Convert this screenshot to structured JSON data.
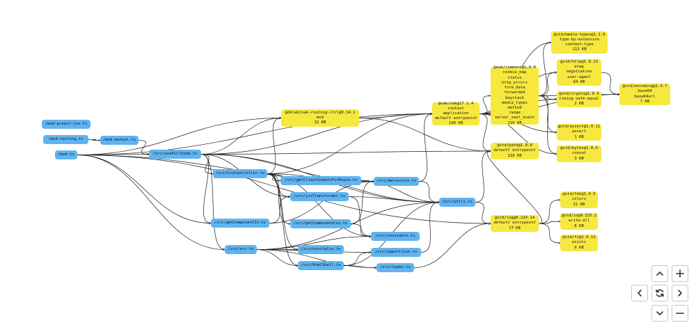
{
  "colors": {
    "local_node": "#5fb4f2",
    "remote_node": "#f6e83f",
    "edge": "#1a1a1a"
  },
  "nodes": [
    {
      "id": "mod-preact-iso",
      "kind": "local",
      "lines": [
        "/mod-preact-iso.ts"
      ]
    },
    {
      "id": "mod-testing",
      "kind": "local",
      "lines": [
        "/mod-testing.ts"
      ]
    },
    {
      "id": "mod-manual",
      "kind": "local",
      "lines": [
        "/mod-manual.ts"
      ]
    },
    {
      "id": "mod",
      "kind": "local",
      "lines": [
        "/mod.ts"
      ]
    },
    {
      "id": "useFullSoak",
      "kind": "local",
      "lines": [
        "/src/useFullSoak.ts"
      ]
    },
    {
      "id": "CssController",
      "kind": "local",
      "lines": [
        "/src/CssController.ts"
      ]
    },
    {
      "id": "getClientSide",
      "kind": "local",
      "lines": [
        "/src/getClientSideJsForRoute.ts"
      ]
    },
    {
      "id": "metastore",
      "kind": "local",
      "lines": [
        "/src/metastore.ts"
      ]
    },
    {
      "id": "jsxTransformer",
      "kind": "local",
      "lines": [
        "/src/jsxTransformer.ts"
      ]
    },
    {
      "id": "utils",
      "kind": "local",
      "lines": [
        "/src/utils.ts"
      ]
    },
    {
      "id": "getComponentJs",
      "kind": "local",
      "lines": [
        "/src/getComponentJs.ts"
      ]
    },
    {
      "id": "getComponentCss",
      "kind": "local",
      "lines": [
        "/src/getComponentCss.ts"
      ]
    },
    {
      "id": "constants",
      "kind": "local",
      "lines": [
        "/src/constants.ts"
      ]
    },
    {
      "id": "ssr",
      "kind": "local",
      "lines": [
        "/src/ssr.ts"
      ]
    },
    {
      "id": "minifyCss",
      "kind": "local",
      "lines": [
        "/src/minifyCss.ts"
      ]
    },
    {
      "id": "importJson",
      "kind": "local",
      "lines": [
        "/src/importJson.ts"
      ]
    },
    {
      "id": "HtmlShell",
      "kind": "local",
      "lines": [
        "/src/HtmlShell.ts"
      ]
    },
    {
      "id": "types",
      "kind": "local",
      "lines": [
        "/src/types.ts"
      ]
    },
    {
      "id": "dklab",
      "kind": "remote",
      "lines": [
        "@dklab/oak-routing-ctrl@0.14.1",
        "mod",
        "32 KB"
      ]
    },
    {
      "id": "oak",
      "kind": "remote",
      "lines": [
        "@oak/oak@17.1.4",
        "context",
        "application",
        "default entrypoint",
        "198 KB"
      ],
      "italic_line": 3
    },
    {
      "id": "commons",
      "kind": "remote",
      "lines": [
        "@oak/commons@1.0.0",
        "cookie_map",
        "status",
        "http_errors",
        "form_data",
        "forwarded",
        "keystack",
        "media_types",
        "method",
        "range",
        "server_sent_event",
        "116 KB"
      ]
    },
    {
      "id": "mediatypes",
      "kind": "remote",
      "lines": [
        "@std/media-types@1.1.0",
        "type-by-extension",
        "content-type",
        "213 KB"
      ]
    },
    {
      "id": "http",
      "kind": "remote",
      "lines": [
        "@std/http@1.0.13",
        "etag",
        "negotiation",
        "user-agent",
        "64 KB"
      ]
    },
    {
      "id": "encoding",
      "kind": "remote",
      "lines": [
        "@std/encoding@1.0.7",
        "base64",
        "base64url",
        "7 KB"
      ]
    },
    {
      "id": "crypto",
      "kind": "remote",
      "lines": [
        "@std/crypto@1.0.4",
        "timing-safe-equal",
        "2 KB"
      ]
    },
    {
      "id": "path",
      "kind": "remote",
      "lines": [
        "@std/path@1.0.8",
        "default entrypoint",
        "118 KB"
      ],
      "italic_line": 1
    },
    {
      "id": "assert",
      "kind": "remote",
      "lines": [
        "@std/assert@1.0.11",
        "assert",
        "1 KB"
      ]
    },
    {
      "id": "bytes",
      "kind": "remote",
      "lines": [
        "@std/bytes@1.0.5",
        "concat",
        "3 KB"
      ]
    },
    {
      "id": "log",
      "kind": "remote",
      "lines": [
        "@std/log@0.224.14",
        "default entrypoint",
        "77 KB"
      ],
      "italic_line": 1
    },
    {
      "id": "fmt",
      "kind": "remote",
      "lines": [
        "@std/fmt@1.0.5",
        "colors",
        "21 KB"
      ]
    },
    {
      "id": "io",
      "kind": "remote",
      "lines": [
        "@std/io@0.225.2",
        "write-all",
        "8 KB"
      ]
    },
    {
      "id": "fs",
      "kind": "remote",
      "lines": [
        "@std/fs@1.0.13",
        "exists",
        "9 KB"
      ]
    }
  ],
  "edges": [
    [
      "mod-testing",
      "mod-manual"
    ],
    [
      "mod-manual",
      "useFullSoak"
    ],
    [
      "mod",
      "useFullSoak"
    ],
    [
      "mod",
      "dklab"
    ],
    [
      "mod",
      "oak"
    ],
    [
      "mod",
      "getComponentJs"
    ],
    [
      "mod",
      "ssr"
    ],
    [
      "mod",
      "metastore"
    ],
    [
      "mod",
      "log"
    ],
    [
      "useFullSoak",
      "dklab"
    ],
    [
      "useFullSoak",
      "oak"
    ],
    [
      "useFullSoak",
      "CssController"
    ],
    [
      "useFullSoak",
      "metastore"
    ],
    [
      "useFullSoak",
      "utils"
    ],
    [
      "useFullSoak",
      "getComponentJs"
    ],
    [
      "useFullSoak",
      "ssr"
    ],
    [
      "useFullSoak",
      "jsxTransformer"
    ],
    [
      "useFullSoak",
      "path"
    ],
    [
      "CssController",
      "dklab"
    ],
    [
      "CssController",
      "oak"
    ],
    [
      "CssController",
      "getClientSide"
    ],
    [
      "CssController",
      "jsxTransformer"
    ],
    [
      "CssController",
      "getComponentCss"
    ],
    [
      "CssController",
      "minifyCss"
    ],
    [
      "CssController",
      "constants"
    ],
    [
      "CssController",
      "HtmlShell"
    ],
    [
      "CssController",
      "utils"
    ],
    [
      "getClientSide",
      "metastore"
    ],
    [
      "getClientSide",
      "utils"
    ],
    [
      "metastore",
      "oak"
    ],
    [
      "metastore",
      "utils"
    ],
    [
      "jsxTransformer",
      "utils"
    ],
    [
      "jsxTransformer",
      "constants"
    ],
    [
      "getComponentJs",
      "metastore"
    ],
    [
      "getComponentJs",
      "jsxTransformer"
    ],
    [
      "getComponentCss",
      "metastore"
    ],
    [
      "getComponentCss",
      "constants"
    ],
    [
      "ssr",
      "minifyCss"
    ],
    [
      "ssr",
      "HtmlShell"
    ],
    [
      "ssr",
      "importJson"
    ],
    [
      "ssr",
      "types"
    ],
    [
      "ssr",
      "utils"
    ],
    [
      "ssr",
      "constants"
    ],
    [
      "HtmlShell",
      "importJson"
    ],
    [
      "HtmlShell",
      "types"
    ],
    [
      "HtmlShell",
      "utils"
    ],
    [
      "importJson",
      "utils"
    ],
    [
      "utils",
      "log"
    ],
    [
      "utils",
      "path"
    ],
    [
      "types",
      "log"
    ],
    [
      "oak",
      "commons"
    ],
    [
      "oak",
      "path"
    ],
    [
      "oak",
      "mediatypes"
    ],
    [
      "oak",
      "http"
    ],
    [
      "oak",
      "assert"
    ],
    [
      "oak",
      "bytes"
    ],
    [
      "oak",
      "encoding"
    ],
    [
      "oak",
      "crypto"
    ],
    [
      "commons",
      "mediatypes"
    ],
    [
      "commons",
      "http"
    ],
    [
      "commons",
      "encoding"
    ],
    [
      "commons",
      "crypto"
    ],
    [
      "commons",
      "assert"
    ],
    [
      "commons",
      "bytes"
    ],
    [
      "http",
      "encoding"
    ],
    [
      "dklab",
      "oak"
    ],
    [
      "dklab",
      "path"
    ],
    [
      "log",
      "fmt"
    ],
    [
      "log",
      "io"
    ],
    [
      "log",
      "fs"
    ],
    [
      "log",
      "path"
    ]
  ],
  "controls": [
    {
      "id": "pan-up",
      "icon": "chevron-up-icon"
    },
    {
      "id": "zoom-in",
      "icon": "plus-icon"
    },
    {
      "id": "pan-left",
      "icon": "chevron-left-icon"
    },
    {
      "id": "reset-view",
      "icon": "refresh-icon"
    },
    {
      "id": "pan-right",
      "icon": "chevron-right-icon"
    },
    {
      "id": "pan-down",
      "icon": "chevron-down-icon"
    },
    {
      "id": "zoom-out",
      "icon": "minus-icon"
    }
  ]
}
